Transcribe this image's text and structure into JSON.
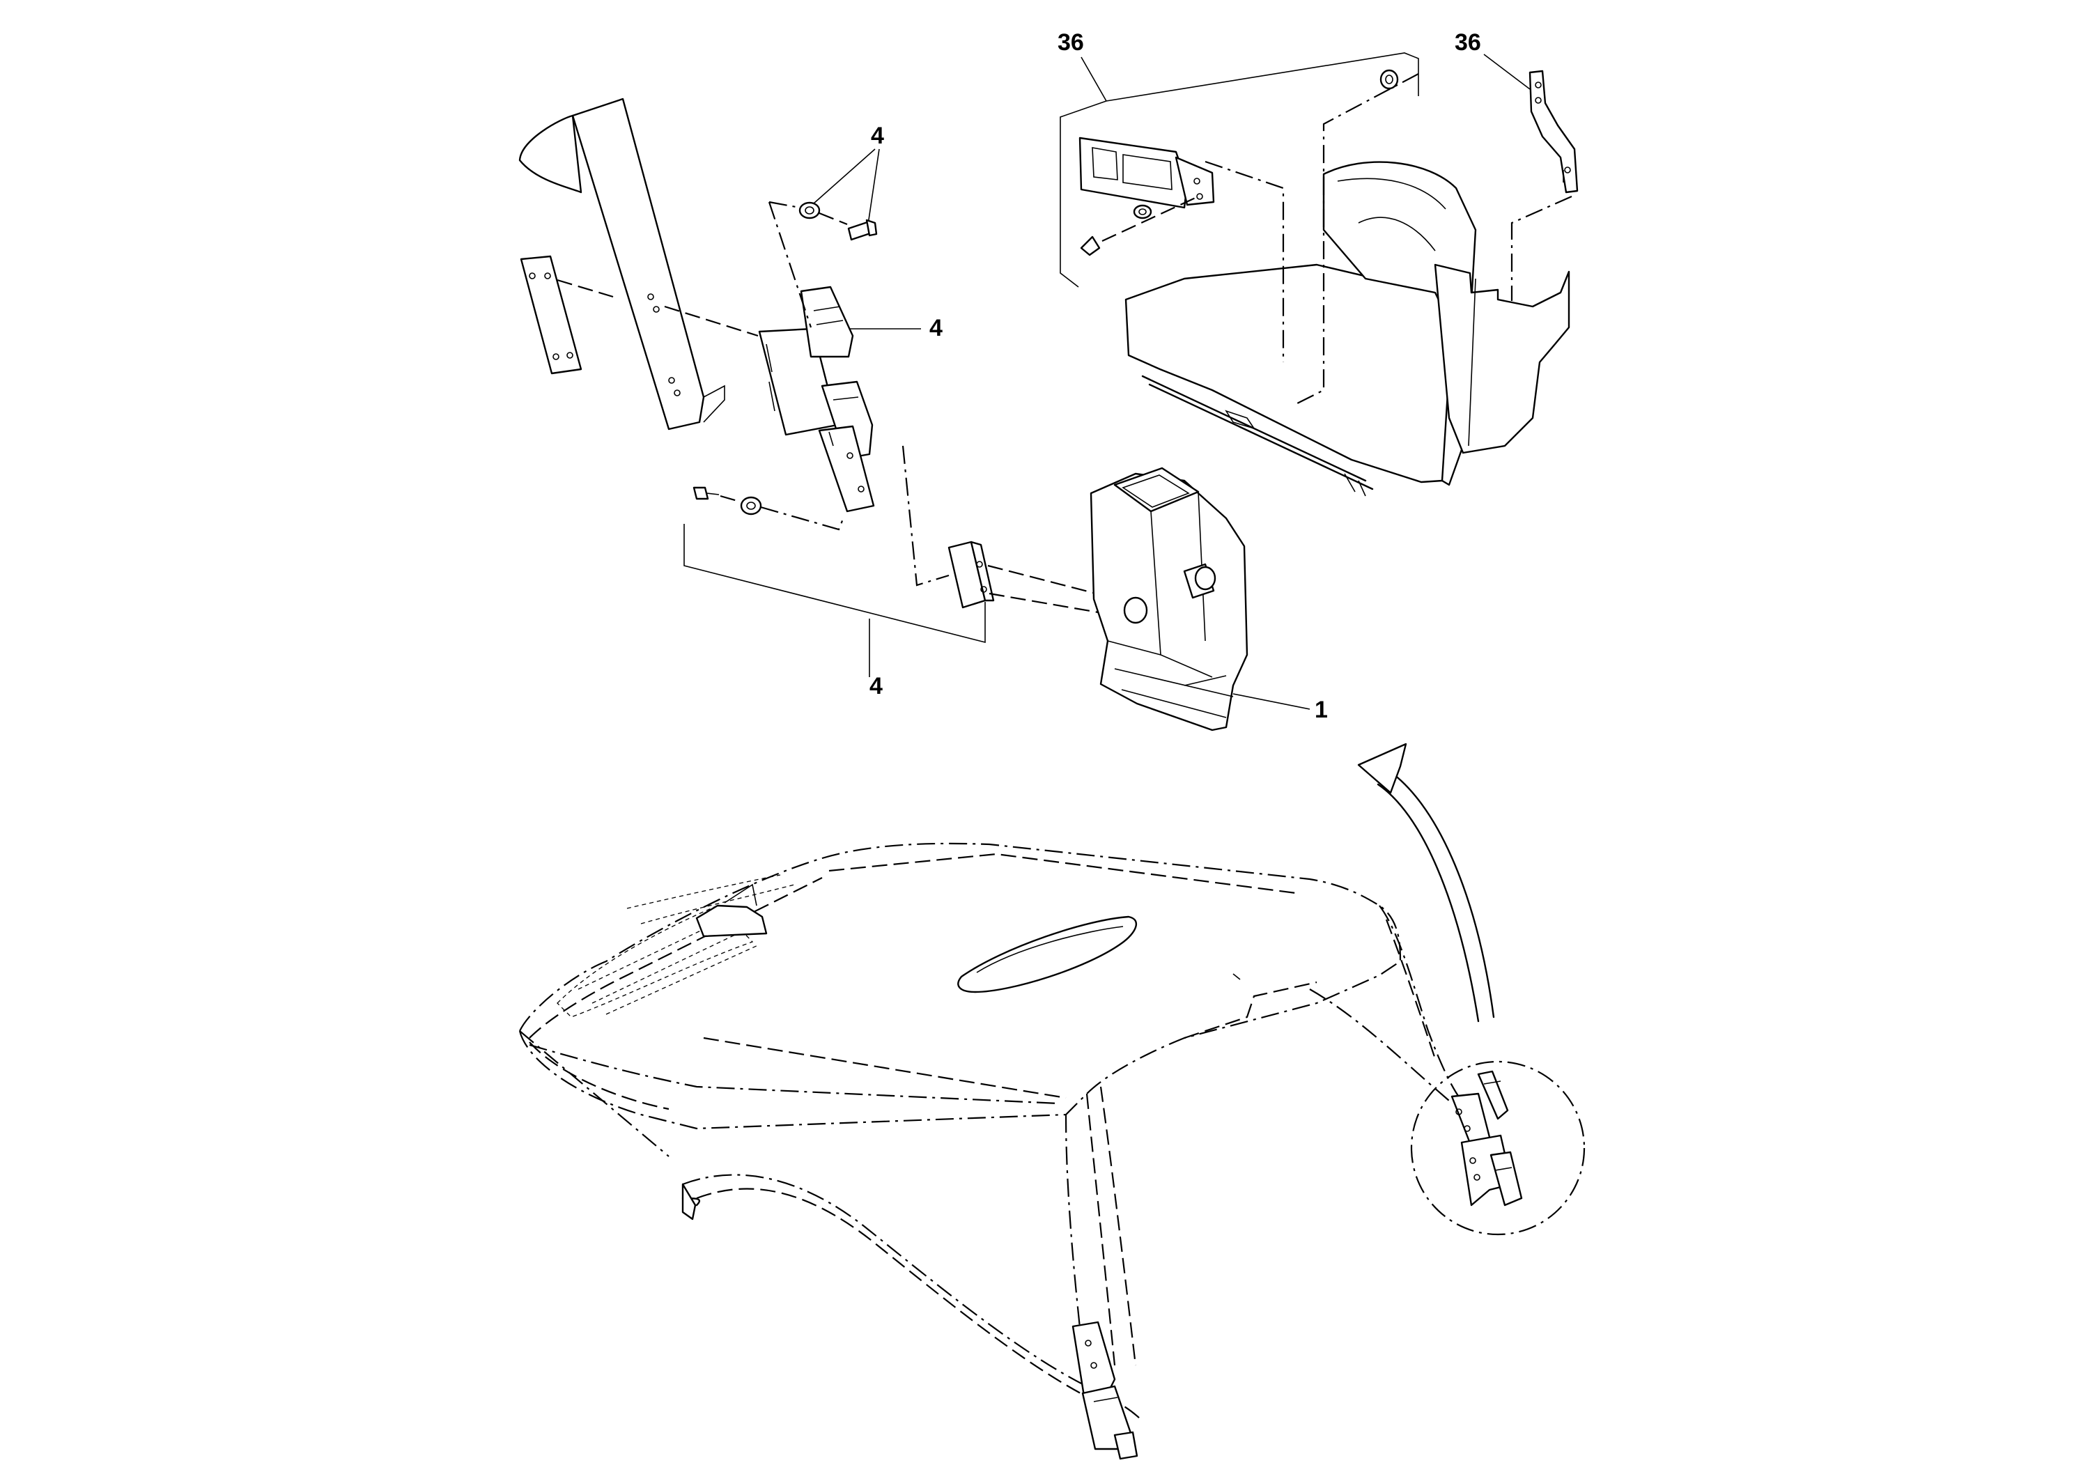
{
  "figure": {
    "callouts": {
      "seat_left": "36",
      "seat_right": "36",
      "washer_bolt": "4",
      "latch_right": "4",
      "bracket_group": "4",
      "mount_housing": "1"
    }
  }
}
